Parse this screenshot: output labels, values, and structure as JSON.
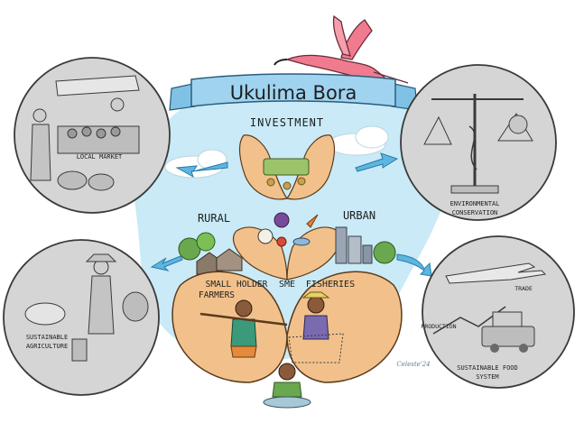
{
  "title": "Ukulima Bora",
  "center": {
    "investment": "INVESTMENT",
    "rural": "RURAL",
    "urban": "URBAN",
    "smallholder_line1": "SMALL HOLDER",
    "smallholder_line2": "FARMERS",
    "sme": "SME",
    "fisheries": "FISHERIES"
  },
  "circles": {
    "local_market": "LOCAL MARKET",
    "environmental_line1": "ENVIRONMENTAL",
    "environmental_line2": "CONSERVATION",
    "sustainable_ag_line1": "SUSTAINABLE",
    "sustainable_ag_line2": "AGRICULTURE",
    "food_system_line1": "SUSTAINABLE FOOD",
    "food_system_line2": "SYSTEM",
    "production": "PRODUCTION",
    "trade": "TRADE"
  },
  "signature": "Celeste'24",
  "colors": {
    "circle_fill": "#d5d5d5",
    "blob": "#bfe6f4",
    "banner": "#9fd3f0",
    "arrow": "#5cb6e0",
    "skin": "#f2c18b",
    "flamingo": "#f07b8f"
  }
}
